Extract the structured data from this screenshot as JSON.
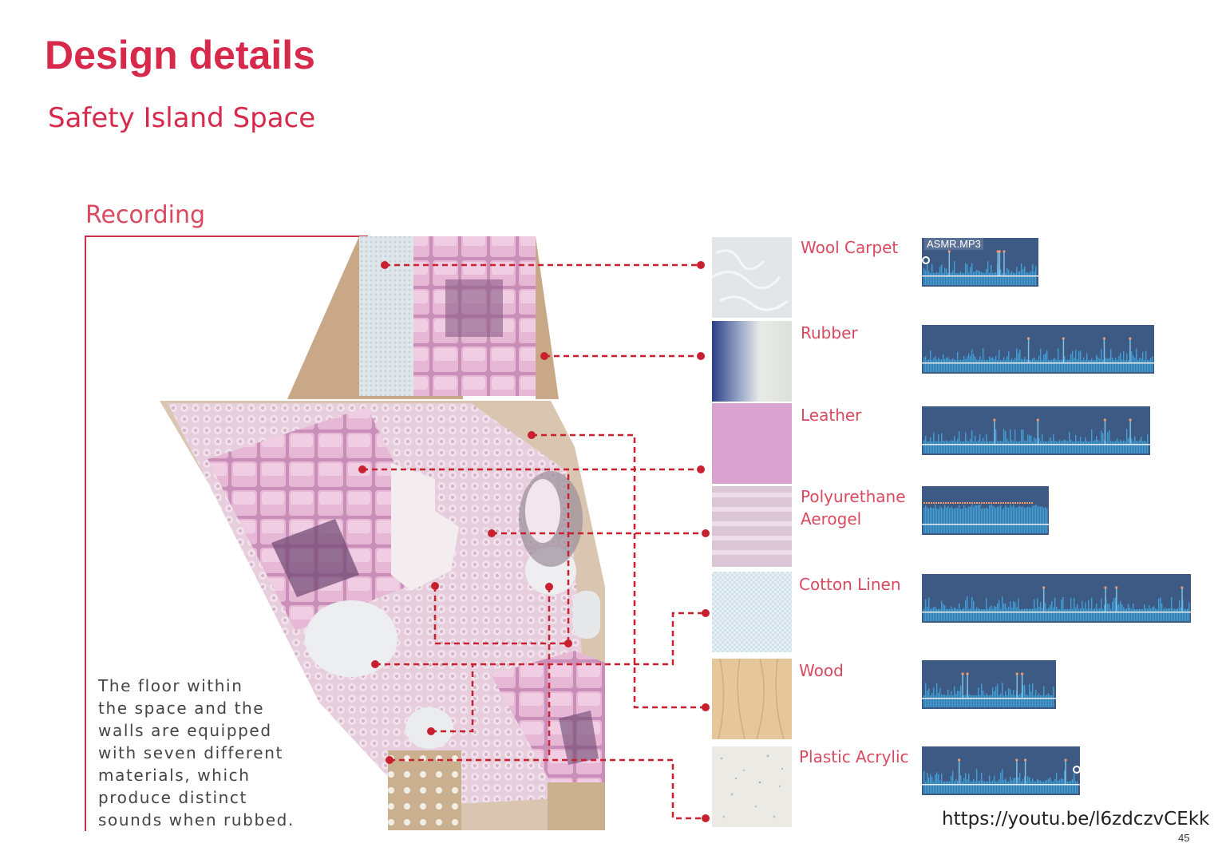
{
  "header": {
    "title": "Design details",
    "subtitle": "Safety Island Space"
  },
  "section": {
    "label": "Recording",
    "description_lines": [
      "The floor within",
      "the space and the",
      "walls are equipped",
      "with seven different",
      "materials, which",
      "produce distinct",
      "sounds when rubbed."
    ]
  },
  "materials": [
    {
      "name": "Wool Carpet",
      "swatch_color": "#e4e8ea"
    },
    {
      "name": "Rubber",
      "swatch_color": "#b7c2d6"
    },
    {
      "name": "Leather",
      "swatch_color": "#d9a3cf"
    },
    {
      "name": "Polyurethane",
      "name_line2": "Aerogel",
      "swatch_color": "#d8c3d3"
    },
    {
      "name": "Cotton Linen",
      "swatch_color": "#cfe1ea"
    },
    {
      "name": "Wood",
      "swatch_color": "#e7c9a0"
    },
    {
      "name": "Plastic Acrylic",
      "swatch_color": "#e9e8e2"
    }
  ],
  "audio": {
    "file_label": "ASMR.MP3"
  },
  "footer": {
    "url": "https://youtu.be/l6zdczvCEkk",
    "page_number": "45"
  },
  "colors": {
    "accent": "#d6294b",
    "connector": "#c8202e",
    "waveform_bg": "#3d5a84",
    "waveform_bars": "#3fa0d8"
  }
}
